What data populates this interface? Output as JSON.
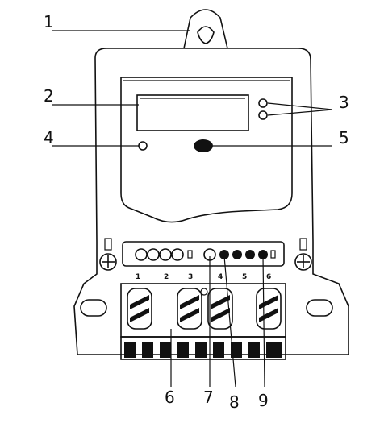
{
  "callouts": [
    {
      "id": "1",
      "label": "1"
    },
    {
      "id": "2",
      "label": "2"
    },
    {
      "id": "3",
      "label": "3"
    },
    {
      "id": "4",
      "label": "4"
    },
    {
      "id": "5",
      "label": "5"
    },
    {
      "id": "6",
      "label": "6"
    },
    {
      "id": "7",
      "label": "7"
    },
    {
      "id": "8",
      "label": "8"
    },
    {
      "id": "9",
      "label": "9"
    }
  ],
  "terminal_numbers": [
    "1",
    "2",
    "3",
    "4",
    "5",
    "6"
  ]
}
